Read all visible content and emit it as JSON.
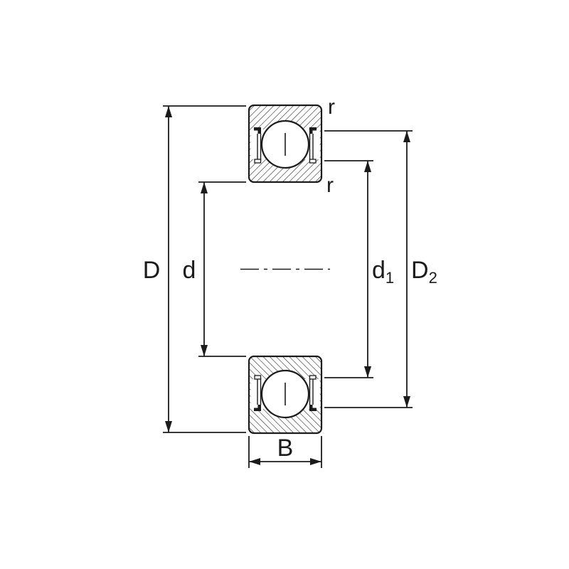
{
  "diagram": {
    "kind": "ball-bearing-cross-section",
    "background_color": "#ffffff",
    "line_color": "#1b1b1b",
    "labels": {
      "D": "D",
      "d": "d",
      "d1": {
        "main": "d",
        "sub": "1"
      },
      "D2": {
        "main": "D",
        "sub": "2"
      },
      "B": "B",
      "r_outer": "r",
      "r_inner": "r"
    }
  }
}
